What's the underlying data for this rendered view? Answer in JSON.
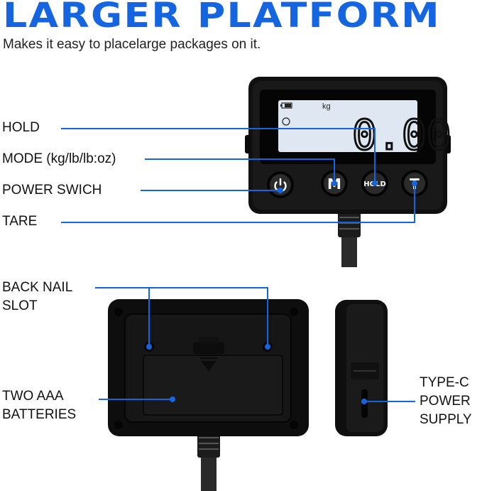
{
  "heading": {
    "title": "LARGER PLATFORM",
    "subtitle": "Makes it easy to placelarge packages on it."
  },
  "callouts": {
    "hold": "HOLD",
    "mode": "MODE (kg/lb/lb:oz)",
    "power": "POWER SWICH",
    "tare": "TARE",
    "back_nail_line1": "BACK NAIL",
    "back_nail_line2": "SLOT",
    "batteries_line1": "TWO AAA",
    "batteries_line2": "BATTERIES",
    "typec_line1": "TYPE-C",
    "typec_line2": "POWER",
    "typec_line3": "SUPPLY"
  },
  "display": {
    "unit": "kg",
    "reading": "0.00"
  },
  "buttons": {
    "mode": "M",
    "hold": "HOLD",
    "tare": "T"
  },
  "colors": {
    "accent": "#1565e0",
    "device": "#111111"
  },
  "icons": [
    "battery-icon",
    "power-icon"
  ]
}
